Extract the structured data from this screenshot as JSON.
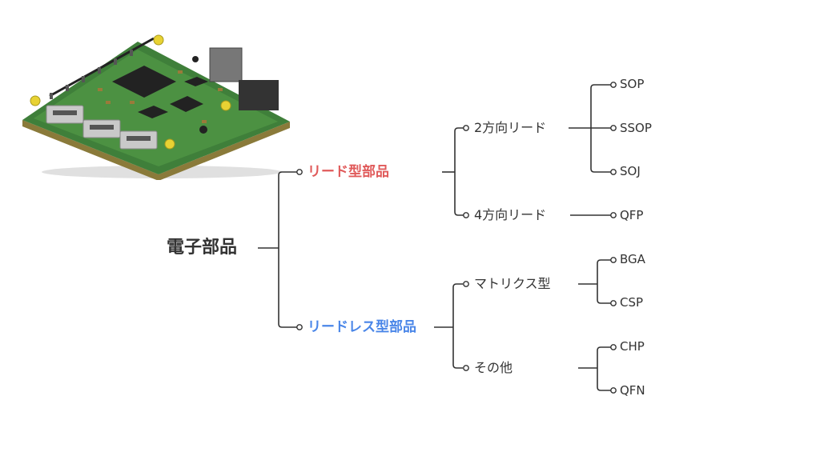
{
  "tree": {
    "root": "電子部品",
    "categories": [
      {
        "label": "リード型部品",
        "color": "#e05a5a",
        "groups": [
          {
            "label": "2方向リード",
            "leaves": [
              "SOP",
              "SSOP",
              "SOJ"
            ]
          },
          {
            "label": "4方向リード",
            "leaves": [
              "QFP"
            ]
          }
        ]
      },
      {
        "label": "リードレス型部品",
        "color": "#4a86e8",
        "groups": [
          {
            "label": "マトリクス型",
            "leaves": [
              "BGA",
              "CSP"
            ]
          },
          {
            "label": "その他",
            "leaves": [
              "CHP",
              "QFN"
            ]
          }
        ]
      }
    ]
  },
  "colors": {
    "line": "#333333",
    "text": "#333333"
  },
  "image": {
    "icon": "circuit-board-photo"
  }
}
